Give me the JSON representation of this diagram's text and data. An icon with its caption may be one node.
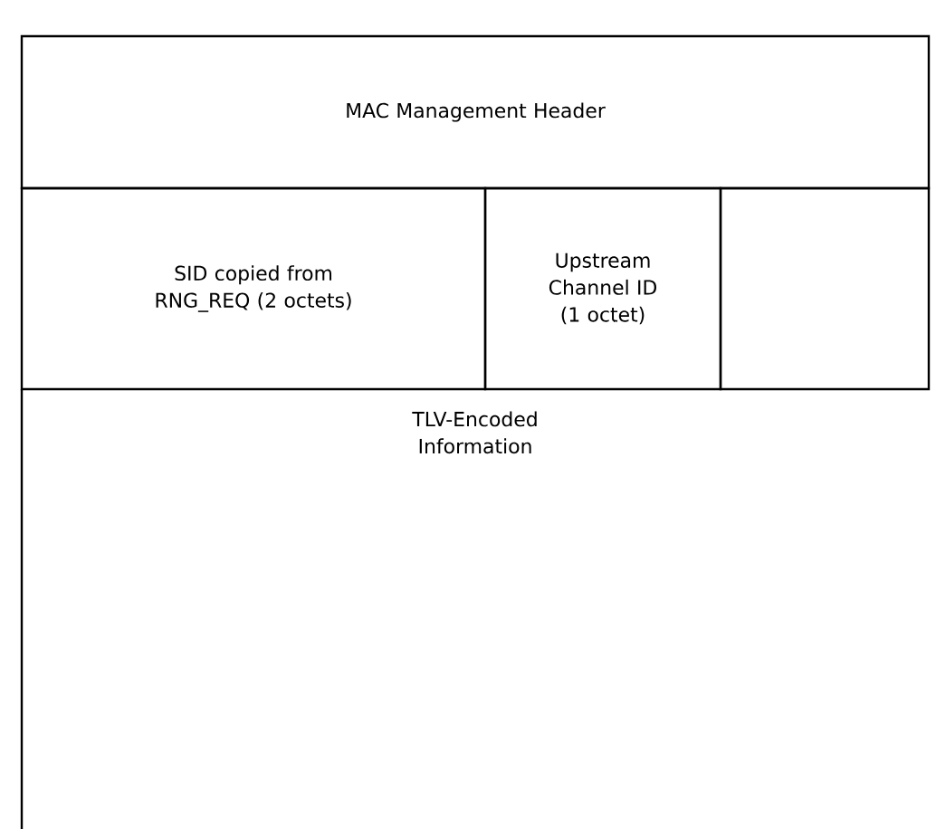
{
  "diagram": {
    "nodes": [
      {
        "text": [
          "MAC Management Header"
        ]
      },
      {
        "text": [
          "SID copied from RNG_REQ (2 octets)"
        ]
      },
      {
        "text": [
          "Upstream Channel ID (1 octet)"
        ]
      },
      {
        "text": [],
        "shape": "box"
      },
      {
        "text": [
          "TLV-Encoded Information"
        ]
      }
    ]
  }
}
